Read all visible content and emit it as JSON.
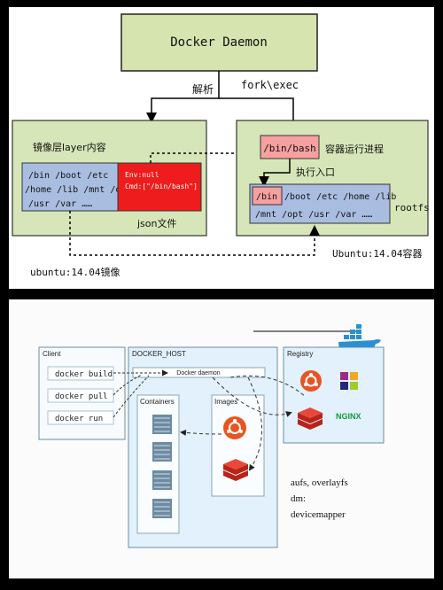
{
  "top": {
    "daemon": "Docker Daemon",
    "parse_label": "解析",
    "fork_label": "fork\\exec",
    "image_layer_title": "镜像层layer内容",
    "image_fs_lines": [
      "/bin /boot /etc",
      "/home /lib /mnt /opt",
      "/usr /var ……"
    ],
    "json_lines": [
      "Env:null",
      "Cmd:[\"/bin/bash\"]"
    ],
    "json_label": "json文件",
    "binbash": "/bin/bash",
    "process_label": "容器运行进程",
    "entry_label": "执行入口",
    "bin": "/bin",
    "rootfs_lines": [
      "/boot /etc /home /lib",
      "/mnt /opt /usr /var ……"
    ],
    "rootfs_label": "rootfs",
    "container_label": "Ubuntu:14.04容器",
    "image_label": "ubuntu:14.04镜像"
  },
  "bottom": {
    "client_title": "Client",
    "commands": [
      "docker build",
      "docker pull",
      "docker run"
    ],
    "host_title": "DOCKER_HOST",
    "daemon": "Docker daemon",
    "containers_title": "Containers",
    "images_title": "Images",
    "registry_title": "Registry",
    "nginx": "NGINX",
    "storage_lines": [
      "aufs, overlayfs",
      "dm:",
      "devicemapper"
    ]
  },
  "colors": {
    "daemon_fill": "#d6e4b0",
    "section_fill": "#d6e6b8",
    "fs_fill": "#a9bde0",
    "json_fill": "#ee1c1c",
    "bash_fill": "#f6a0a0",
    "host_fill": "#e2f1fb",
    "ubuntu": "#e95420",
    "redis": "#d82c20",
    "nginx": "#109b3a"
  }
}
